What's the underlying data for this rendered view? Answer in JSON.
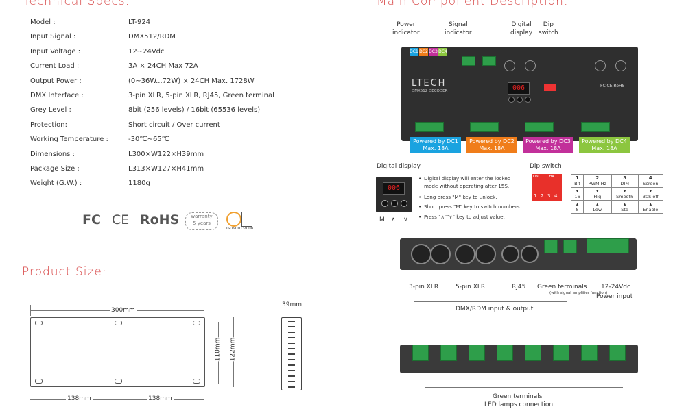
{
  "headings": {
    "specs": "Technical Specs:",
    "components": "Main Component Description:",
    "size": "Product Size:"
  },
  "specs": [
    {
      "label": "Model :",
      "value": "LT-924"
    },
    {
      "label": "Input Signal :",
      "value": "DMX512/RDM"
    },
    {
      "label": "Input Voltage :",
      "value": "12~24Vdc"
    },
    {
      "label": "Current Load :",
      "value": "3A × 24CH   Max 72A"
    },
    {
      "label": "Output Power :",
      "value": "(0~36W...72W) × 24CH  Max. 1728W"
    },
    {
      "label": "DMX Interface :",
      "value": "3-pin XLR, 5-pin XLR, RJ45, Green terminal"
    },
    {
      "label": "Grey Level :",
      "value": "8bit (256 levels) / 16bit (65536 levels)"
    },
    {
      "label": "Protection:",
      "value": "Short circuit / Over current"
    },
    {
      "label": "Working Temperature :",
      "value": "-30℃~65℃"
    },
    {
      "label": "Dimensions :",
      "value": "L300×W122×H39mm"
    },
    {
      "label": "Package Size :",
      "value": "L313×W127×H41mm"
    },
    {
      "label": "Weight (G.W.) :",
      "value": "1180g"
    }
  ],
  "certs": {
    "fc": "FC",
    "ce": "CE",
    "rohs": "RoHS",
    "warranty1": "warranty",
    "warranty2": "5 years",
    "iso": "ISO9001:2008"
  },
  "size": {
    "length": "300mm",
    "left_half": "138mm",
    "right_half": "138mm",
    "inner_h": "110mm",
    "outer_h": "122mm",
    "depth": "39mm"
  },
  "callouts": {
    "power": "Power\nindicator",
    "signal": "Signal\nindicator",
    "display": "Digital\ndisplay",
    "dip": "Dip\nswitch"
  },
  "device": {
    "brand": "LTECH",
    "model": "DMX512 DECODER",
    "display_value": "006",
    "fcce": "FC CE RoHS",
    "dc_labels": [
      "DC1",
      "DC2",
      "DC3",
      "DC4"
    ],
    "dc_colors": [
      "#1aa3e0",
      "#f07d1a",
      "#c2309a",
      "#8cc63f"
    ],
    "powered": [
      {
        "line1": "Powered by DC1",
        "line2": "Max. 18A"
      },
      {
        "line1": "Powered by DC2",
        "line2": "Max. 18A"
      },
      {
        "line1": "Powered by DC3",
        "line2": "Max. 18A"
      },
      {
        "line1": "Powered by DC4",
        "line2": "Max. 18A"
      }
    ]
  },
  "digital_display": {
    "title": "Digital display",
    "value": "006",
    "keys": [
      "M",
      "∧",
      "∨"
    ],
    "bullets": [
      "Digital display will enter the locked",
      "mode without operating after 15S.",
      "Long press \"M\" key to unlock.",
      "Short press \"M\" key to switch numbers.",
      "Press \"∧\"\"∨\" key to adjust value."
    ]
  },
  "dip_switch": {
    "title": "Dip switch",
    "on": "ON",
    "cha": "CHA",
    "numbers": [
      "1",
      "2",
      "3",
      "4"
    ],
    "headers": [
      {
        "num": "1",
        "name": "Bit"
      },
      {
        "num": "2",
        "name": "PWM Hz"
      },
      {
        "num": "3",
        "name": "DIM"
      },
      {
        "num": "4",
        "name": "Screen"
      }
    ],
    "up_row": [
      "16",
      "Hig",
      "Smooth",
      "30S off"
    ],
    "down_row": [
      "8",
      "Low",
      "Std",
      "Enable"
    ]
  },
  "input_panel": {
    "labels": [
      "3-pin XLR",
      "5-pin XLR",
      "RJ45",
      "Green terminals",
      "12-24Vdc"
    ],
    "amp_note": "(with signal amplifier function)",
    "power_input": "Power input",
    "dmx_caption": "DMX/RDM input & output"
  },
  "output_panel": {
    "caption1": "Green terminals",
    "caption2": "LED lamps connection"
  }
}
